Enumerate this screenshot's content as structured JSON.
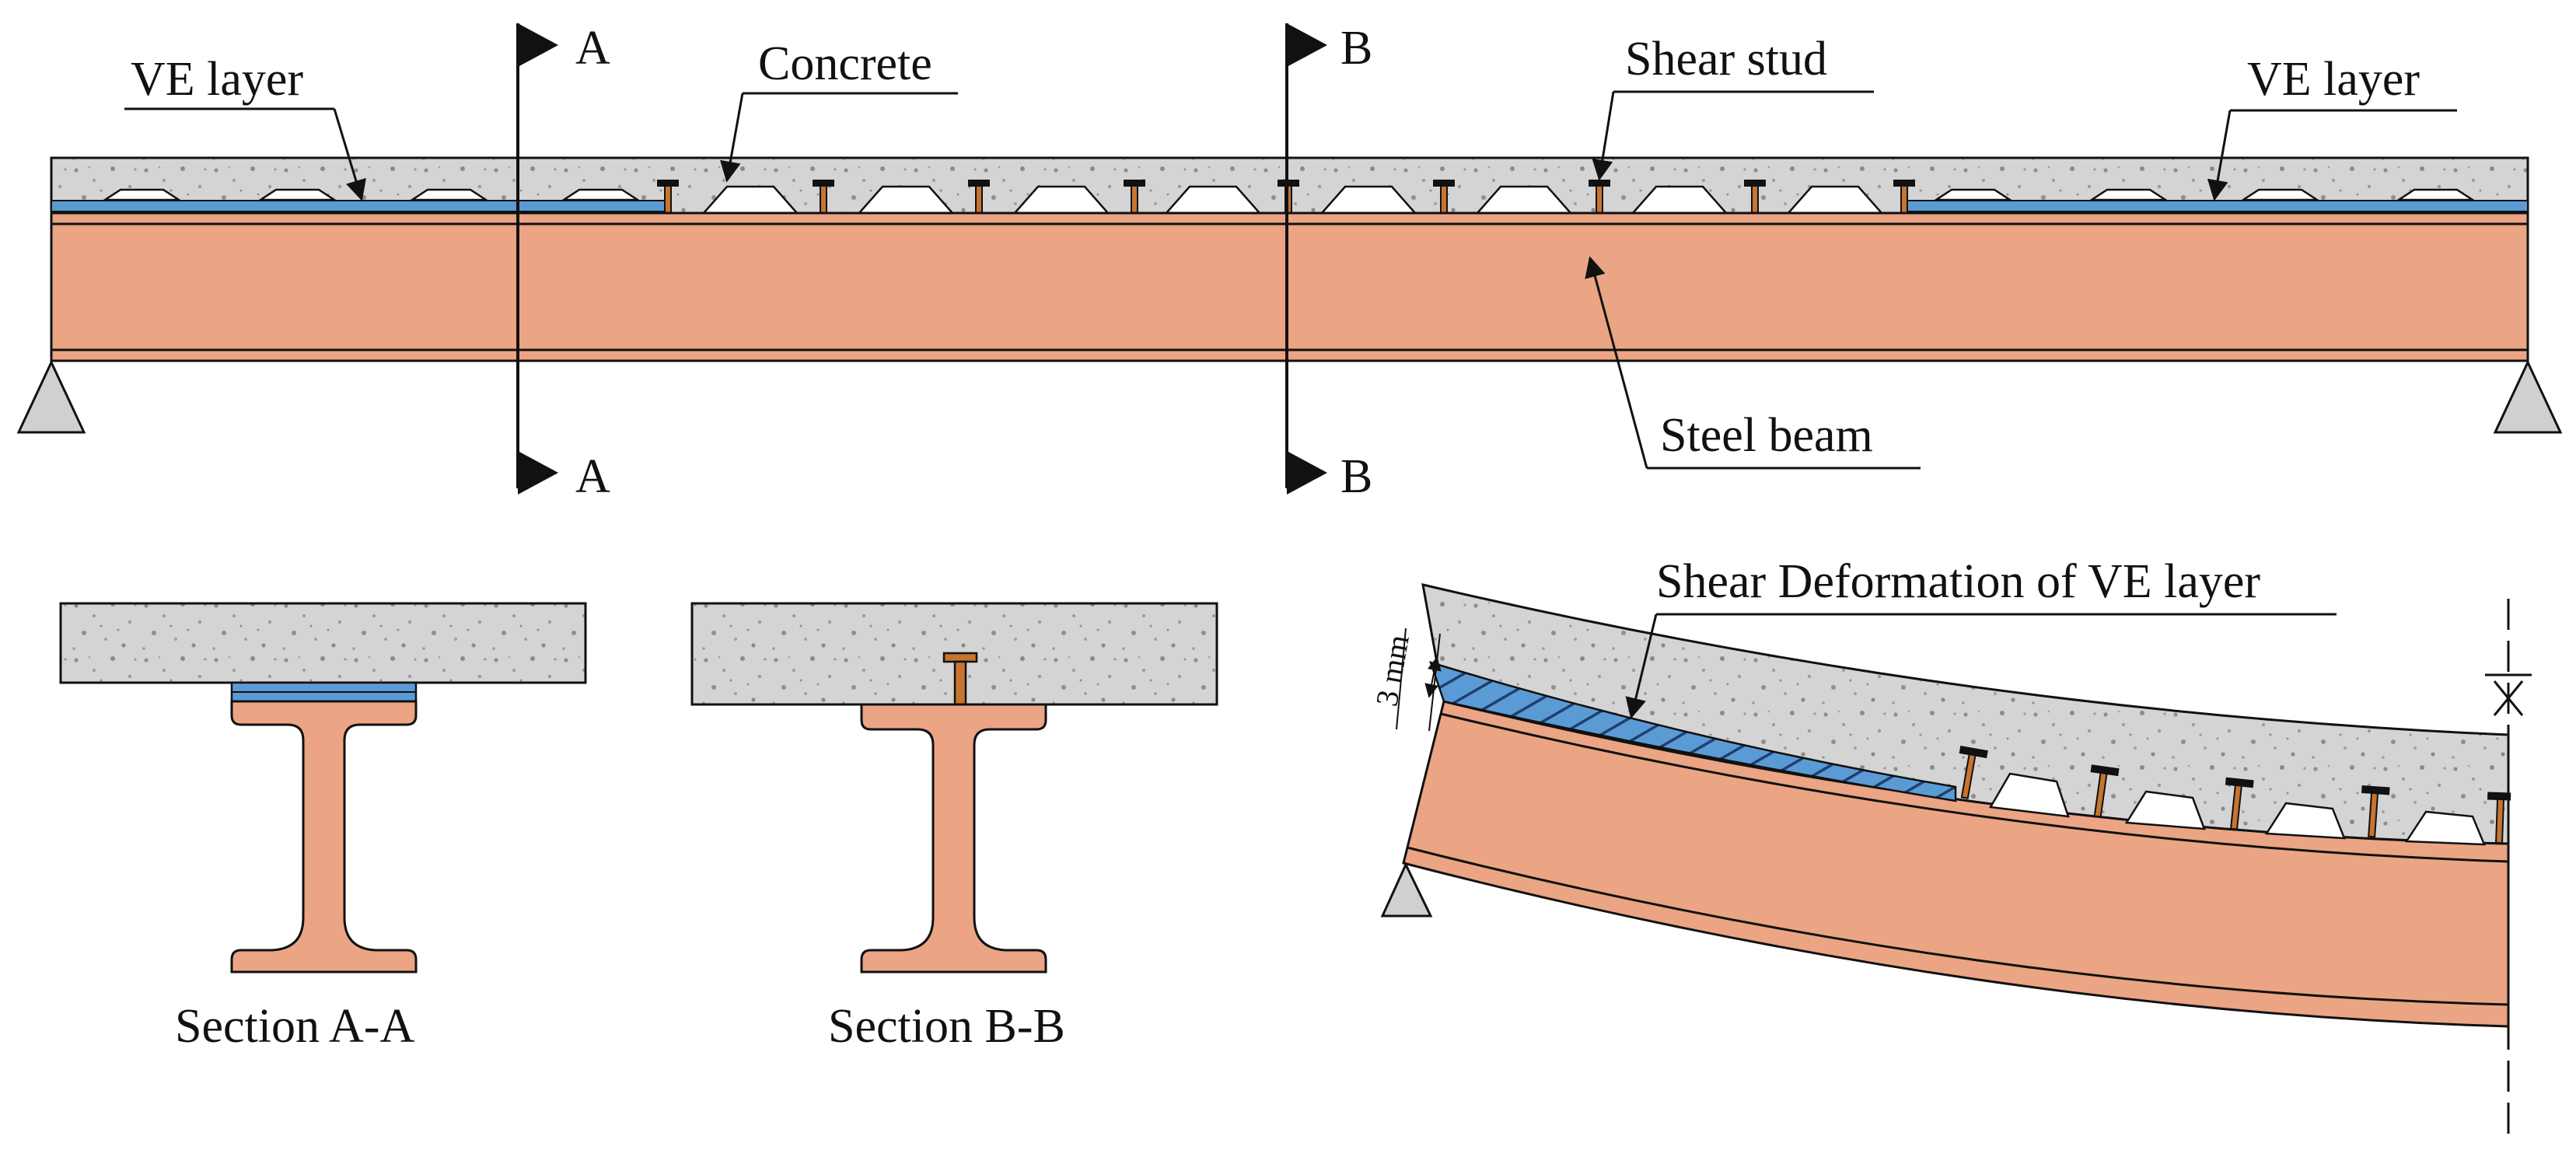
{
  "labels": {
    "ve_layer_left": "VE layer",
    "concrete": "Concrete",
    "shear_stud": "Shear stud",
    "ve_layer_right": "VE layer",
    "steel_beam": "Steel beam",
    "shear_deformation": "Shear Deformation of VE layer",
    "dim_3mm": "3 mm",
    "section_a_top": "A",
    "section_a_bottom": "A",
    "section_b_top": "B",
    "section_b_bottom": "B",
    "section_aa": "Section A-A",
    "section_bb": "Section B-B"
  },
  "colors": {
    "concrete": "#d4d4d4",
    "concrete_speckle": "#8f8f8f",
    "steel": "#eba484",
    "ve_layer": "#5b9bd5",
    "stud": "#c8742e",
    "outline": "#111111",
    "support": "#d0d0d0"
  }
}
